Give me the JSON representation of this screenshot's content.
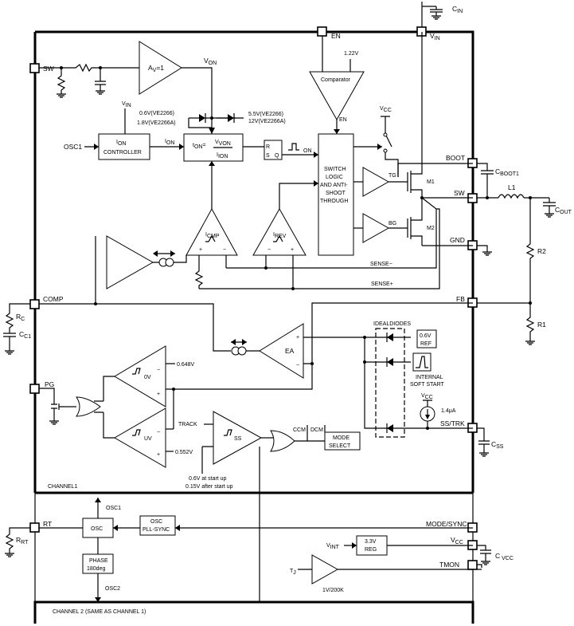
{
  "pins": {
    "sw": "SW",
    "osc1": "OSC1",
    "comp": "COMP",
    "pg": "PG",
    "rt": "RT",
    "en": "EN",
    "vin": "V",
    "vin_sub": "IN",
    "cin": "C",
    "cin_sub": "IN",
    "boot": "BOOT",
    "sw_r": "SW",
    "gnd": "GND",
    "fb": "FB",
    "ss_trk": "SS/TRK",
    "mode_sync": "MODE/SYNC",
    "vcc": "V",
    "vcc_sub": "CC",
    "tmon": "TMON",
    "tj": "T",
    "tj_sub": "J"
  },
  "blocks": {
    "av": "A",
    "av_sub": "V",
    "av_tail": "=1",
    "von": "V",
    "von_sub": "ON",
    "vin_label": "V",
    "vin_label_sub": "IN",
    "ion_controller_1": "I",
    "ion_controller_1_sub": "ON",
    "ion_controller_2": "CONTROLLER",
    "ion_out": "I",
    "ion_out_sub": "ON",
    "tdiv_t": "t",
    "tdiv_t_sub": "ON",
    "tdiv_eq": "=",
    "tdiv_num": "V",
    "tdiv_num_sub": "VON",
    "tdiv_den": "I",
    "tdiv_den_sub": "ION",
    "diode1_a": "0.6V(VE2266)",
    "diode1_b": "1.8V(VE2266A)",
    "diode2_a": "5.5V(VE2266)",
    "diode2_b": "12V(VE2266A)",
    "comparator": "Comparator",
    "v122": "1.22V",
    "en_label": "EN",
    "vcc_label": "V",
    "vcc_label_sub": "CC",
    "rs_r": "R",
    "rs_s": "S",
    "rs_q": "Q",
    "on_label": "ON",
    "switch_logic": [
      "SWITCH",
      "LOGIC",
      "AND ANTI-",
      "SHOOT",
      "THROUGH"
    ],
    "tg": "TG",
    "bg": "BG",
    "m1": "M1",
    "m2": "M2",
    "icmp": "I",
    "icmp_sub": "CMP",
    "irev": "I",
    "irev_sub": "REV",
    "sense_minus": "SENSE−",
    "sense_plus": "SENSE+",
    "ea": "EA",
    "ideal_diodes": "IDEALDIODES",
    "ref_a": "0.6V",
    "ref_b": "REF",
    "soft_start_a": "INTERNAL",
    "soft_start_b": "SOFT START",
    "current_src": "1.4μA",
    "ov": "0V",
    "uv": "UV",
    "v0648": "0.648V",
    "v0552": "0.552V",
    "track": "TRACK",
    "ss": "SS",
    "ccm": "CCM",
    "dcm": "DCM",
    "mode_select_a": "MODE",
    "mode_select_b": "SELECT",
    "ss_note_a": "0.6V at start up",
    "ss_note_b": "0.15V after start up",
    "channel1": "CHANNEL1",
    "osc": "OSC",
    "osc_pll_a": "OSC",
    "osc_pll_b": "PLL-SYNC",
    "phase_a": "PHASE",
    "phase_b": "180deg",
    "osc1_label": "OSC1",
    "osc2_label": "OSC2",
    "reg_a": "3.3V",
    "reg_b": "REG",
    "vint": "V",
    "vint_sub": "INT",
    "temp_gain": "1V/200K",
    "channel2": "CHANNEL 2 (SAME AS CHANNEL 1)"
  },
  "external": {
    "rc": "R",
    "rc_sub": "C",
    "cc1": "C",
    "cc1_sub": "C1",
    "rrt": "R",
    "rrt_sub": "RT",
    "cboot": "C",
    "cboot_sub": "BOOT1",
    "l1": "L1",
    "cout": "C",
    "cout_sub": "OUT",
    "r1": "R1",
    "r2": "R2",
    "css": "C",
    "css_sub": "SS",
    "cvcc": "C",
    "cvcc_sub": "VCC"
  }
}
